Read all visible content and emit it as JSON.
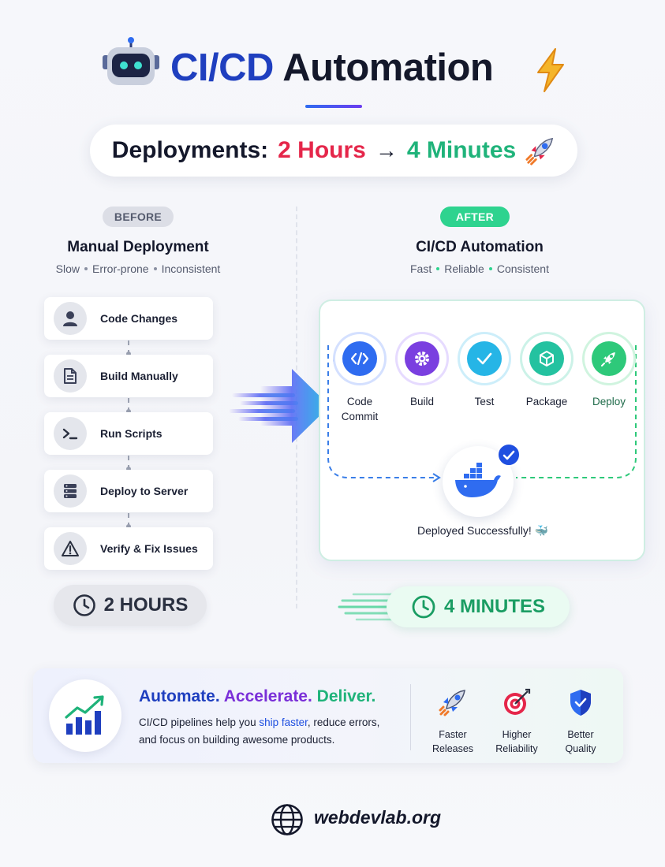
{
  "header": {
    "title_part1": "CI/CD",
    "title_part2": "Automation",
    "robot_icon": "robot-icon",
    "bolt_icon": "lightning-bolt-icon"
  },
  "headline": {
    "label": "Deployments:",
    "before_value": "2 Hours",
    "arrow": "→",
    "after_value": "4 Minutes",
    "icon": "rocket-icon"
  },
  "before": {
    "badge": "BEFORE",
    "title": "Manual Deployment",
    "subtitle": [
      "Slow",
      "Error-prone",
      "Inconsistent"
    ],
    "steps": [
      {
        "label": "Code Changes",
        "icon": "user-icon"
      },
      {
        "label": "Build Manually",
        "icon": "document-icon"
      },
      {
        "label": "Run Scripts",
        "icon": "terminal-icon"
      },
      {
        "label": "Deploy to Server",
        "icon": "server-icon"
      },
      {
        "label": "Verify & Fix Issues",
        "icon": "warning-icon"
      }
    ],
    "time": "2 HOURS"
  },
  "after": {
    "badge": "AFTER",
    "title": "CI/CD Automation",
    "subtitle": [
      "Fast",
      "Reliable",
      "Consistent"
    ],
    "pipeline": [
      {
        "label_line1": "Code",
        "label_line2": "Commit",
        "icon": "code-icon",
        "color": "#2f6cf0"
      },
      {
        "label_line1": "Build",
        "label_line2": "",
        "icon": "gear-icon",
        "color": "#7a3fe0"
      },
      {
        "label_line1": "Test",
        "label_line2": "",
        "icon": "check-icon",
        "color": "#26b5e6"
      },
      {
        "label_line1": "Package",
        "label_line2": "",
        "icon": "package-icon",
        "color": "#24c2a0"
      },
      {
        "label_line1": "Deploy",
        "label_line2": "",
        "icon": "rocket-icon",
        "color": "#2ec97a"
      }
    ],
    "deployed_text": "Deployed Successfully! 🐳",
    "time": "4 MINUTES"
  },
  "banner": {
    "head_1": "Automate.",
    "head_2": "Accelerate.",
    "head_3": "Deliver.",
    "text_pre": "CI/CD pipelines help you ",
    "text_highlight": "ship faster",
    "text_post": ", reduce errors, and focus on building awesome products.",
    "features": [
      {
        "line1": "Faster",
        "line2": "Releases",
        "icon": "rocket-icon"
      },
      {
        "line1": "Higher",
        "line2": "Reliability",
        "icon": "target-icon"
      },
      {
        "line1": "Better",
        "line2": "Quality",
        "icon": "shield-icon"
      }
    ]
  },
  "footer": {
    "site": "webdevlab.org",
    "icon": "globe-icon"
  },
  "colors": {
    "primary_blue": "#1f3fbf",
    "red": "#e5264a",
    "green": "#1fb37a",
    "purple": "#7a2fd8"
  }
}
